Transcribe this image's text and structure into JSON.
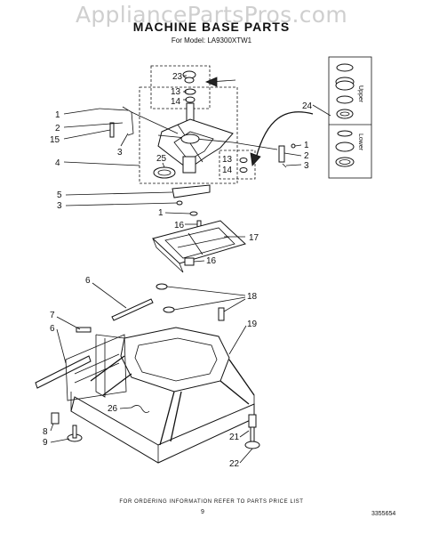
{
  "watermark": "AppliancePartsPros.com",
  "title": "MACHINE BASE PARTS",
  "model": "For Model: LA9300XTW1",
  "footer": "FOR ORDERING INFORMATION REFER TO PARTS PRICE LIST",
  "page_number": "9",
  "doc_number": "3355654",
  "side_labels": {
    "upper": "Upper",
    "lower": "Lower"
  },
  "callouts": {
    "c23": "23",
    "c13a": "13",
    "c14a": "14",
    "c24": "24",
    "c1a": "1",
    "c2a": "2",
    "c15": "15",
    "c3a": "3",
    "c4": "4",
    "c25": "25",
    "c13b": "13",
    "c14b": "14",
    "c1b": "1",
    "c2b": "2",
    "c3b": "3",
    "c5": "5",
    "c3c": "3",
    "c1c": "1",
    "c16a": "16",
    "c17": "17",
    "c16b": "16",
    "c6a": "6",
    "c18": "18",
    "c7": "7",
    "c6b": "6",
    "c19": "19",
    "c26": "26",
    "c8": "8",
    "c9": "9",
    "c21": "21",
    "c22": "22"
  }
}
